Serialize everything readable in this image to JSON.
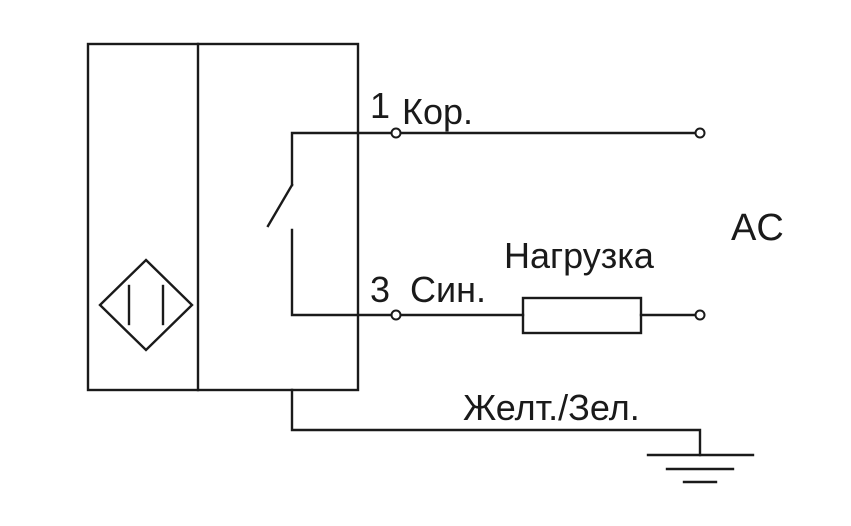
{
  "diagram": {
    "wires": {
      "pin1": {
        "number": "1",
        "label": "Кор."
      },
      "pin3": {
        "number": "3",
        "label": "Син."
      },
      "ground": {
        "label": "Желт./Зел."
      }
    },
    "load_label": "Нагрузка",
    "supply_label": "AC"
  },
  "colors": {
    "line": "#1a1a1a",
    "background": "#ffffff"
  }
}
